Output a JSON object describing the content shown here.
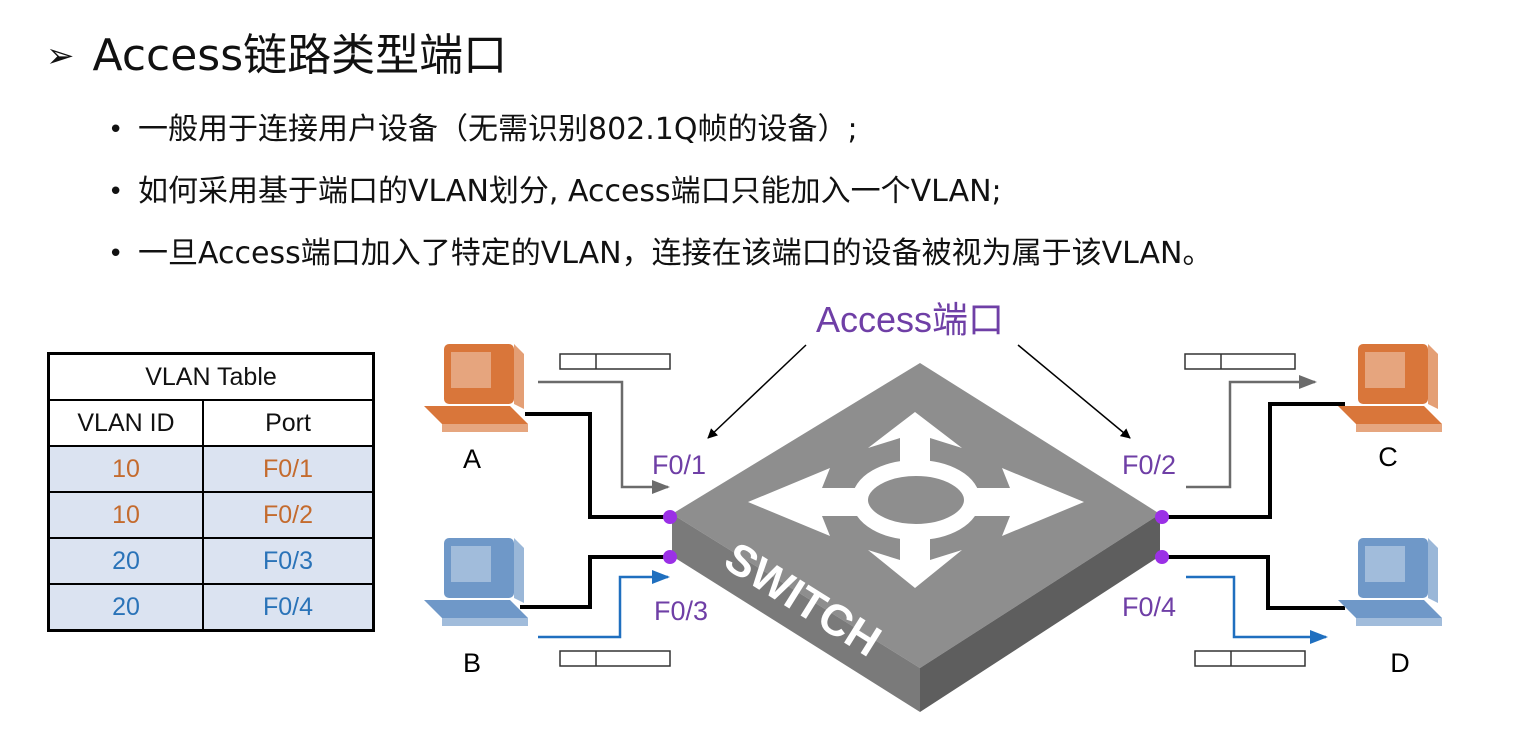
{
  "title": {
    "marker": "➢",
    "text": "Access链路类型端口"
  },
  "bullets": [
    "一般用于连接用户设备（无需识别802.1Q帧的设备）;",
    "如何采用基于端口的VLAN划分, Access端口只能加入一个VLAN;",
    "一旦Access端口加入了特定的VLAN，连接在该端口的设备被视为属于该VLAN。"
  ],
  "bullet_marker": "•",
  "vlan_table": {
    "title": "VLAN Table",
    "headers": [
      "VLAN ID",
      "Port"
    ],
    "rows": [
      {
        "vlan_id": "10",
        "port": "F0/1"
      },
      {
        "vlan_id": "10",
        "port": "F0/2"
      },
      {
        "vlan_id": "20",
        "port": "F0/3"
      },
      {
        "vlan_id": "20",
        "port": "F0/4"
      }
    ]
  },
  "diagram": {
    "callout": "Access端口",
    "switch_label": "SWITCH",
    "ports": {
      "p1": "F0/1",
      "p2": "F0/2",
      "p3": "F0/3",
      "p4": "F0/4"
    },
    "hosts": {
      "a": "A",
      "b": "B",
      "c": "C",
      "d": "D"
    }
  },
  "colors": {
    "vlan10": "#c46b2e",
    "vlan20": "#2a73b8",
    "port_label": "#6f3fa6",
    "port_dot": "#9b30e6",
    "table_fill": "#dbe3f1",
    "switch_top": "#8e8e8e",
    "switch_side": "#6f6f6f"
  }
}
